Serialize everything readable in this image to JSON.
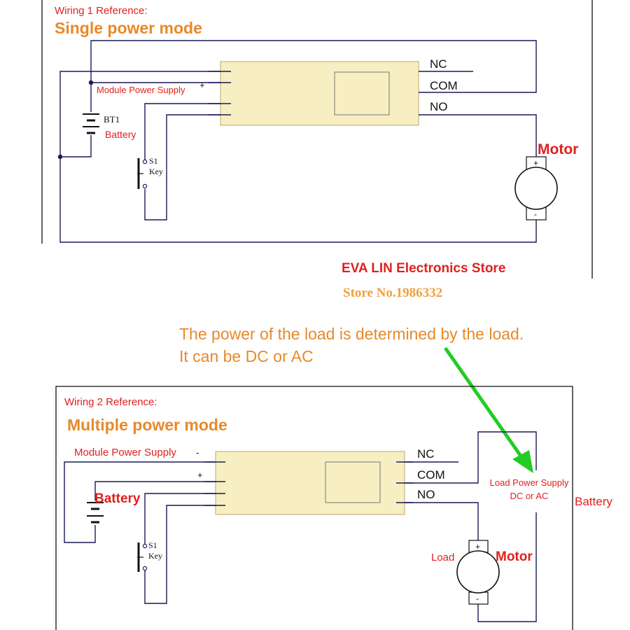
{
  "diagram1": {
    "reference": "Wiring 1 Reference:",
    "mode": "Single power mode",
    "module_supply": "Module Power Supply",
    "plus": "+",
    "bt_label": "BT1",
    "battery": "Battery",
    "switch_label": "S1",
    "key": "Key",
    "nc": "NC",
    "com": "COM",
    "no": "NO",
    "motor": "Motor",
    "motor_plus": "+",
    "motor_minus": "-"
  },
  "store": {
    "name": "EVA LIN Electronics Store",
    "number": "Store No.1986332"
  },
  "note": {
    "line1": "The power of the load is determined by the load.",
    "line2": "It can be DC or AC"
  },
  "diagram2": {
    "reference": "Wiring 2 Reference:",
    "mode": "Multiple power mode",
    "module_supply": "Module Power Supply",
    "minus": "-",
    "plus": "+",
    "battery_left": "Battery",
    "switch_label": "S1",
    "key": "Key",
    "nc": "NC",
    "com": "COM",
    "no": "NO",
    "load_supply_1": "Load Power Supply",
    "load_supply_2": "DC or AC",
    "battery_right": "Battery",
    "load": "Load",
    "motor": "Motor",
    "motor_plus": "+",
    "motor_minus": "-"
  },
  "colors": {
    "orange": "#E8892A",
    "red": "#E0201E",
    "wire": "#1a1a55",
    "module": "#F7EFC2",
    "arrow": "#22CC22"
  }
}
